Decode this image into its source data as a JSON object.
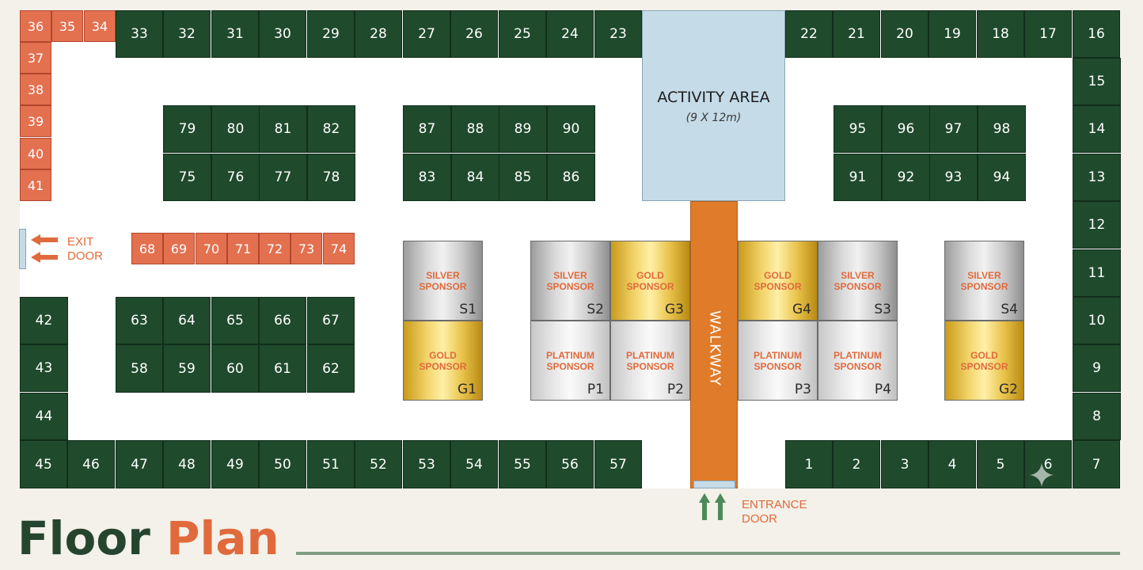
{
  "title": {
    "word1": "Floor",
    "word2": "Plan"
  },
  "activity_area": {
    "name": "ACTIVITY AREA",
    "size": "(9 X 12m)"
  },
  "walkway": "WALKWAY",
  "exit_door": {
    "line1": "EXIT",
    "line2": "DOOR"
  },
  "entrance_door": {
    "line1": "ENTRANCE",
    "line2": "DOOR"
  },
  "booth_rows": [
    {
      "numbers": [
        "33",
        "32",
        "31",
        "30",
        "29",
        "28",
        "27",
        "26",
        "25",
        "24",
        "23"
      ],
      "color": "green",
      "orient": "h"
    },
    {
      "numbers": [
        "22",
        "21",
        "20",
        "19",
        "18",
        "17",
        "16"
      ],
      "color": "green",
      "orient": "h"
    },
    {
      "numbers": [
        "15",
        "14",
        "13",
        "12",
        "11",
        "10",
        "9",
        "8"
      ],
      "color": "green",
      "orient": "v"
    },
    {
      "numbers": [
        "45",
        "46",
        "47",
        "48",
        "49",
        "50",
        "51",
        "52",
        "53",
        "54",
        "55",
        "56",
        "57"
      ],
      "color": "green",
      "orient": "h"
    },
    {
      "numbers": [
        "1",
        "2",
        "3",
        "4",
        "5",
        "6",
        "7"
      ],
      "color": "green",
      "orient": "h"
    },
    {
      "numbers": [
        "42",
        "43",
        "44"
      ],
      "color": "green",
      "orient": "v"
    },
    {
      "numbers": [
        "79",
        "80",
        "81",
        "82"
      ],
      "color": "green",
      "orient": "h"
    },
    {
      "numbers": [
        "75",
        "76",
        "77",
        "78"
      ],
      "color": "green",
      "orient": "h"
    },
    {
      "numbers": [
        "87",
        "88",
        "89",
        "90"
      ],
      "color": "green",
      "orient": "h"
    },
    {
      "numbers": [
        "83",
        "84",
        "85",
        "86"
      ],
      "color": "green",
      "orient": "h"
    },
    {
      "numbers": [
        "95",
        "96",
        "97",
        "98"
      ],
      "color": "green",
      "orient": "h"
    },
    {
      "numbers": [
        "91",
        "92",
        "93",
        "94"
      ],
      "color": "green",
      "orient": "h"
    },
    {
      "numbers": [
        "63",
        "64",
        "65",
        "66",
        "67"
      ],
      "color": "green",
      "orient": "h"
    },
    {
      "numbers": [
        "58",
        "59",
        "60",
        "61",
        "62"
      ],
      "color": "green",
      "orient": "h"
    },
    {
      "numbers": [
        "36",
        "35",
        "34"
      ],
      "color": "orange",
      "orient": "h"
    },
    {
      "numbers": [
        "37",
        "38",
        "39",
        "40",
        "41"
      ],
      "color": "orange",
      "orient": "v"
    },
    {
      "numbers": [
        "68",
        "69",
        "70",
        "71",
        "72",
        "73",
        "74"
      ],
      "color": "orange",
      "orient": "h"
    }
  ],
  "sponsors": [
    {
      "code": "S1",
      "tier": "silver",
      "line1": "SILVER",
      "line2": "SPONSOR"
    },
    {
      "code": "G1",
      "tier": "gold",
      "line1": "GOLD",
      "line2": "SPONSOR"
    },
    {
      "code": "S2",
      "tier": "silver",
      "line1": "SILVER",
      "line2": "SPONSOR"
    },
    {
      "code": "G3",
      "tier": "gold",
      "line1": "GOLD",
      "line2": "SPONSOR"
    },
    {
      "code": "P1",
      "tier": "platinum",
      "line1": "PLATINUM",
      "line2": "SPONSOR"
    },
    {
      "code": "P2",
      "tier": "platinum",
      "line1": "PLATINUM",
      "line2": "SPONSOR"
    },
    {
      "code": "G4",
      "tier": "gold",
      "line1": "GOLD",
      "line2": "SPONSOR"
    },
    {
      "code": "S3",
      "tier": "silver",
      "line1": "SILVER",
      "line2": "SPONSOR"
    },
    {
      "code": "P3",
      "tier": "platinum",
      "line1": "PLATINUM",
      "line2": "SPONSOR"
    },
    {
      "code": "P4",
      "tier": "platinum",
      "line1": "PLATINUM",
      "line2": "SPONSOR"
    },
    {
      "code": "S4",
      "tier": "silver",
      "line1": "SILVER",
      "line2": "SPONSOR"
    },
    {
      "code": "G2",
      "tier": "gold",
      "line1": "GOLD",
      "line2": "SPONSOR"
    }
  ],
  "colors": {
    "green_booth": "#1f4a2c",
    "orange_booth": "#e3704f",
    "walkway": "#e07b2a",
    "activity_area": "#c5dbe8",
    "title_dark": "#26452e",
    "accent_orange": "#e06a3c",
    "arrow_green": "#4d8a5a"
  },
  "icons": [
    "exit-arrow-icon",
    "entrance-arrow-icon",
    "sparkle-icon"
  ]
}
